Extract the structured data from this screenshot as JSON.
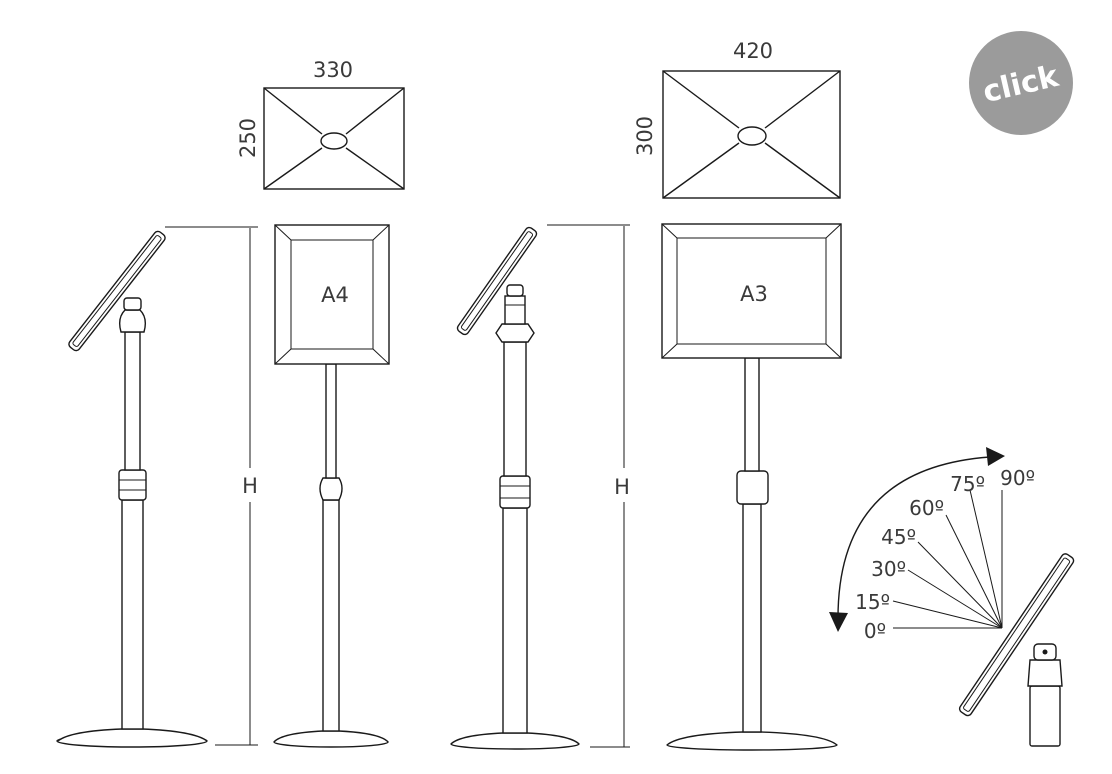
{
  "dimensions": {
    "a4_width": "330",
    "a4_height": "250",
    "a3_width": "420",
    "a3_height": "300",
    "height_label_1": "H",
    "height_label_2": "H"
  },
  "frames": {
    "a4_label": "A4",
    "a3_label": "A3"
  },
  "click_badge": {
    "label": "click",
    "color": "#9b9b9b"
  },
  "tilt_angles": [
    "0º",
    "15º",
    "30º",
    "45º",
    "60º",
    "75º",
    "90º"
  ],
  "line_color": "#1a1a1a",
  "text_color": "#3a3a3a"
}
